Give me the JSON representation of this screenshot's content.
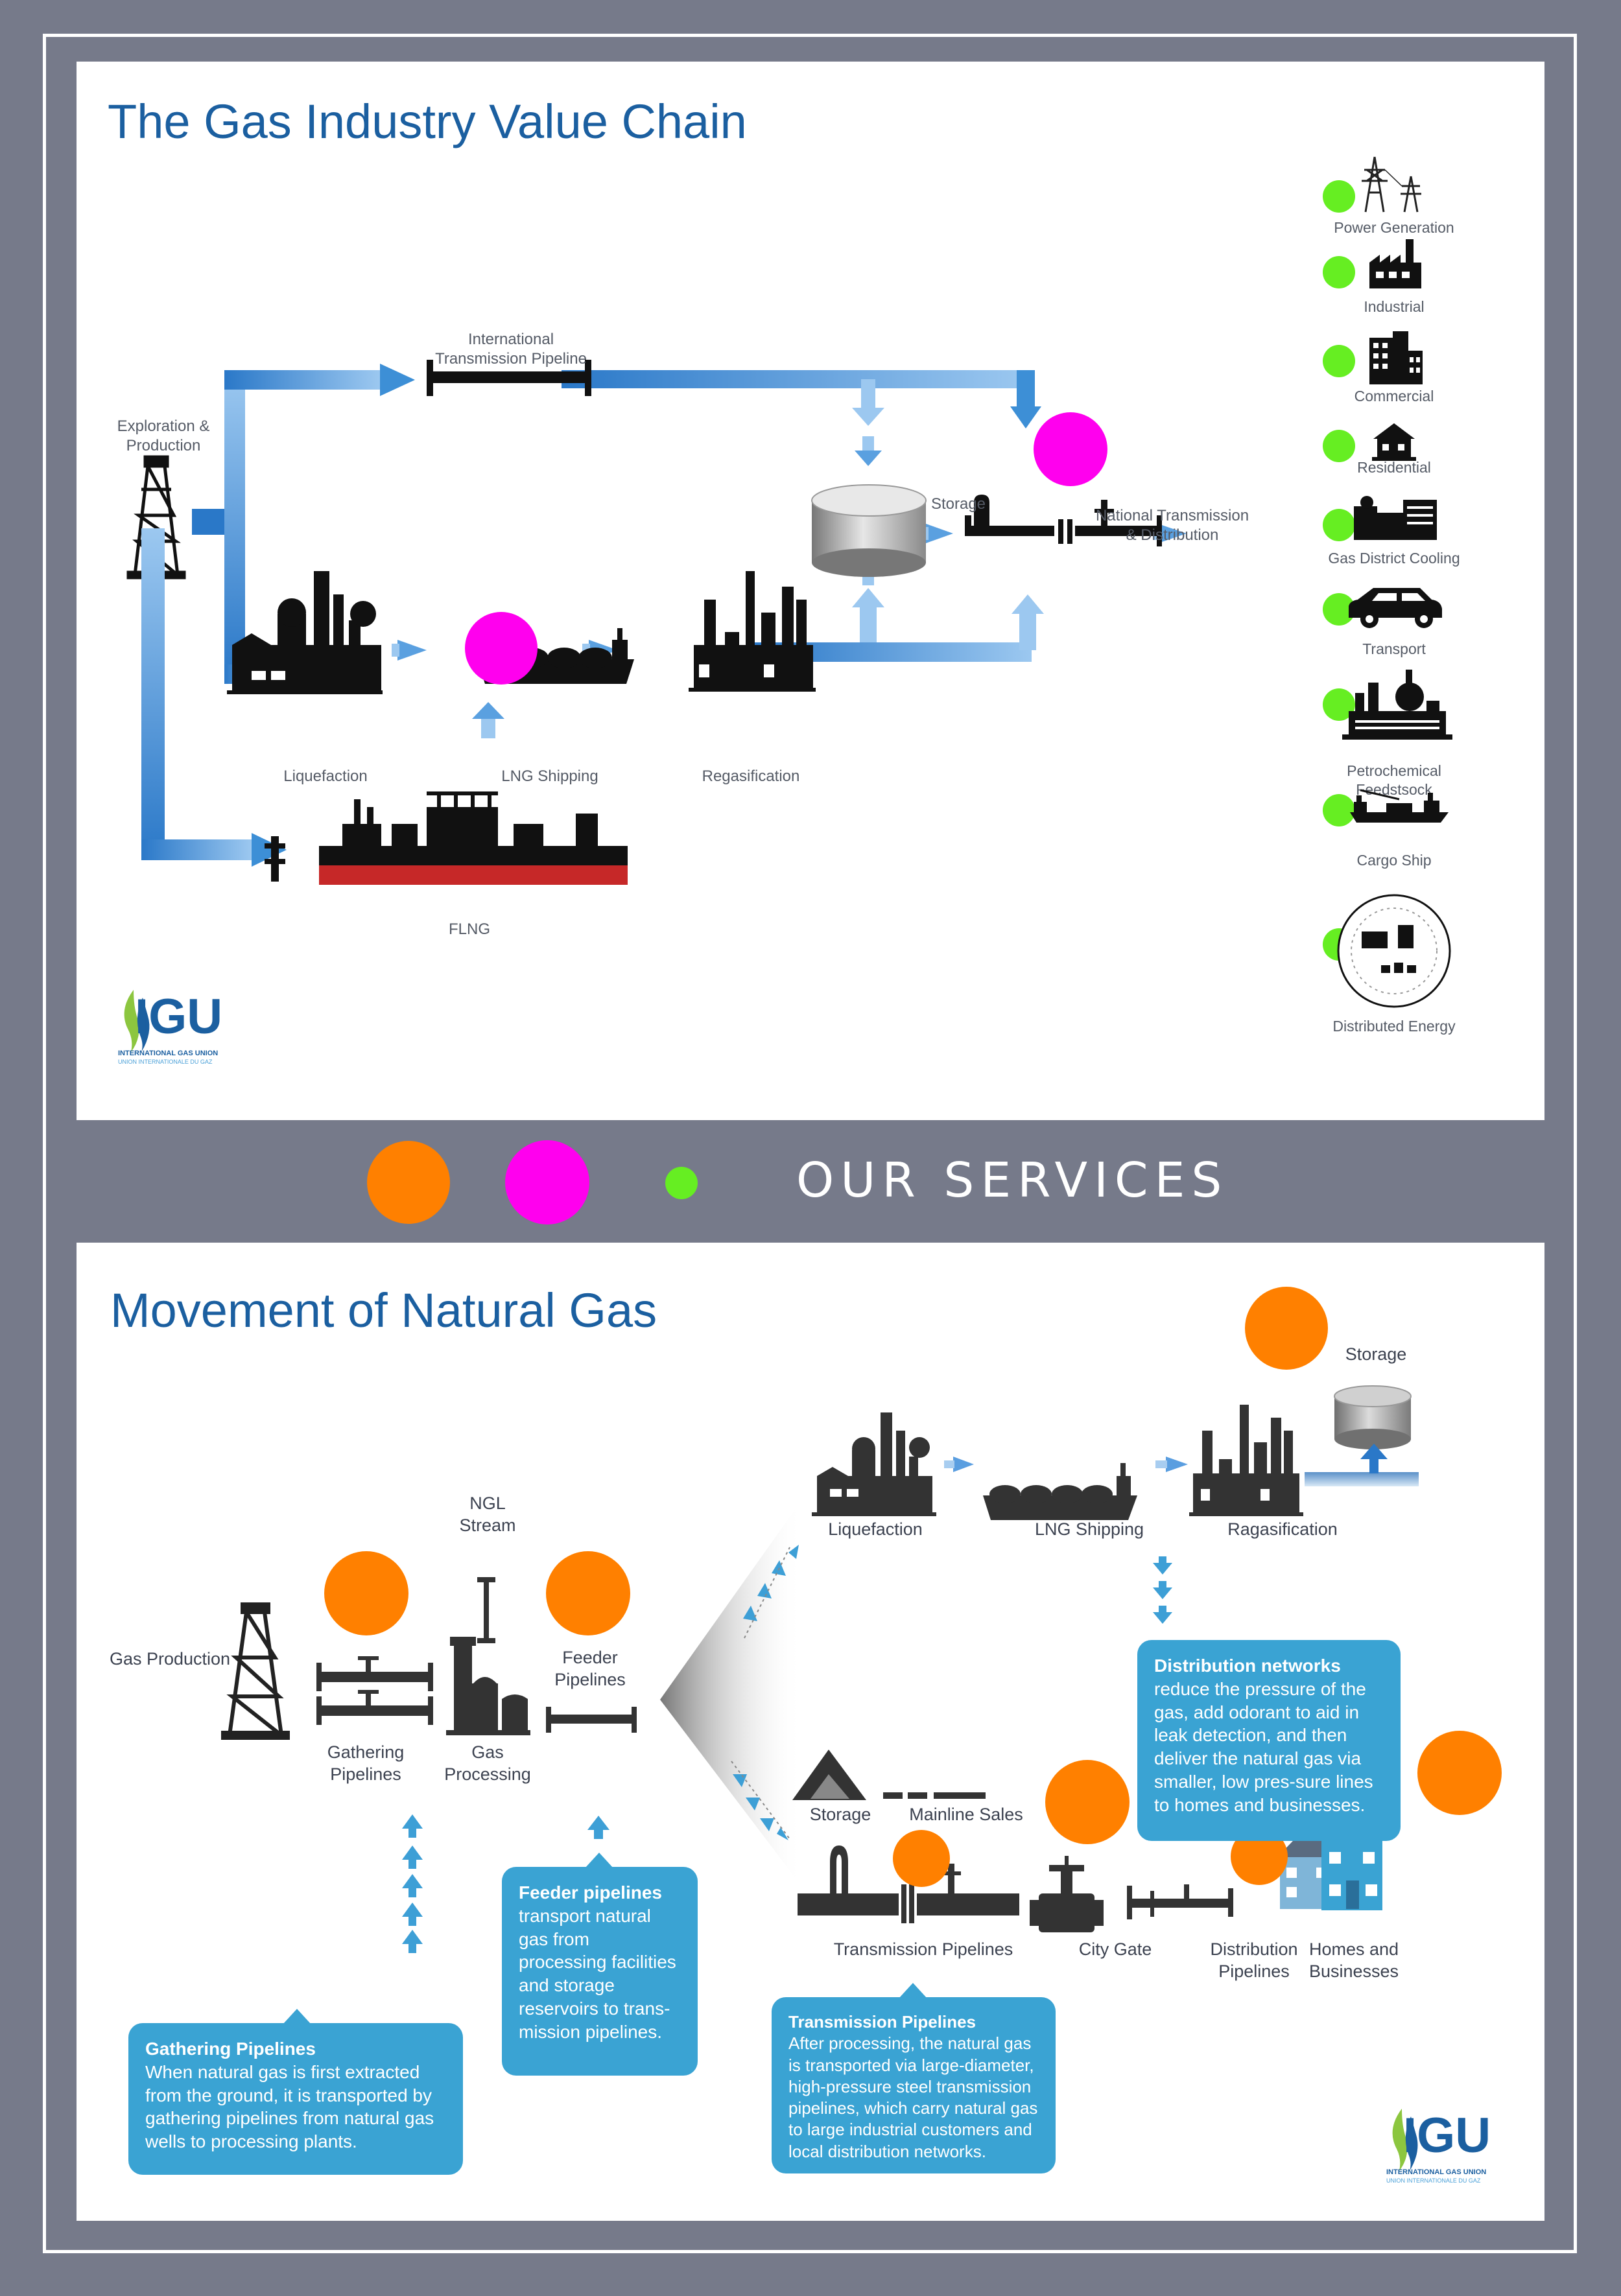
{
  "top_panel": {
    "title": "The Gas Industry Value Chain",
    "labels": {
      "exploration": "Exploration &\nProduction",
      "intl_pipeline": "International\nTransmission Pipeline",
      "storage": "Storage",
      "national": "National Transmission\n& Distribution",
      "liquefaction": "Liquefaction",
      "lng_shipping": "LNG Shipping",
      "regasification": "Regasification",
      "flng": "FLNG"
    },
    "end_uses": [
      {
        "label": "Power Generation",
        "icon": "power-pylon-icon"
      },
      {
        "label": "Industrial",
        "icon": "factory-icon"
      },
      {
        "label": "Commercial",
        "icon": "office-building-icon"
      },
      {
        "label": "Residential",
        "icon": "house-icon"
      },
      {
        "label": "Gas District Cooling",
        "icon": "cooling-plant-icon"
      },
      {
        "label": "Transport",
        "icon": "car-icon"
      },
      {
        "label": "Petrochemical\nFeedstsock",
        "icon": "petrochemical-plant-icon"
      },
      {
        "label": "Cargo Ship",
        "icon": "cargo-ship-icon"
      },
      {
        "label": "Distributed Energy",
        "icon": "distributed-energy-icon"
      }
    ],
    "logo": {
      "text": "IGU",
      "sub1": "INTERNATIONAL GAS UNION",
      "sub2": "UNION INTERNATIONALE DU GAZ"
    }
  },
  "services": {
    "label": "OUR SERVICES"
  },
  "bottom_panel": {
    "title": "Movement of Natural Gas",
    "labels": {
      "gas_production": "Gas Production",
      "ngl_stream": "NGL\nStream",
      "feeder": "Feeder\nPipelines",
      "gathering": "Gathering\nPipelines",
      "gas_processing": "Gas\nProcessing",
      "liquefaction": "Liquefaction",
      "lng_shipping": "LNG Shipping",
      "ragasification": "Ragasification",
      "storage_right": "Storage",
      "storage": "Storage",
      "mainline_sales": "Mainline Sales",
      "transmission": "Transmission Pipelines",
      "city_gate": "City Gate",
      "distribution": "Distribution\nPipelines",
      "homes": "Homes and\nBusinesses"
    },
    "callouts": {
      "distribution": {
        "title": "Distribution networks",
        "text": "reduce the pressure of the gas, add odorant to aid in leak detection, and then deliver the natural gas via smaller, low pres-sure lines to homes and businesses."
      },
      "feeder": {
        "title": "Feeder pipelines",
        "text": "transport natural gas from processing facilities and storage reservoirs to trans-mission pipelines."
      },
      "gathering": {
        "title": "Gathering Pipelines",
        "text": "When natural gas is first extracted from the ground, it is transported by gathering pipelines from natural gas wells to processing plants."
      },
      "transmission": {
        "title": "Transmission Pipelines",
        "text": "After processing, the natural gas is transported via large-diameter, high-pressure steel transmission pipelines, which carry natural gas to large industrial customers and local distribution  networks."
      }
    },
    "logo": {
      "text": "IGU",
      "sub1": "INTERNATIONAL GAS UNION",
      "sub2": "UNION INTERNATIONALE DU GAZ"
    }
  },
  "colors": {
    "background": "#767a8a",
    "title_blue": "#1b5fa0",
    "arrow_blue": "#3d8fd6",
    "callout_blue": "#3aa3d3",
    "marker_green": "#66ee22",
    "marker_magenta": "#ff00ee",
    "marker_orange": "#ff8000"
  }
}
